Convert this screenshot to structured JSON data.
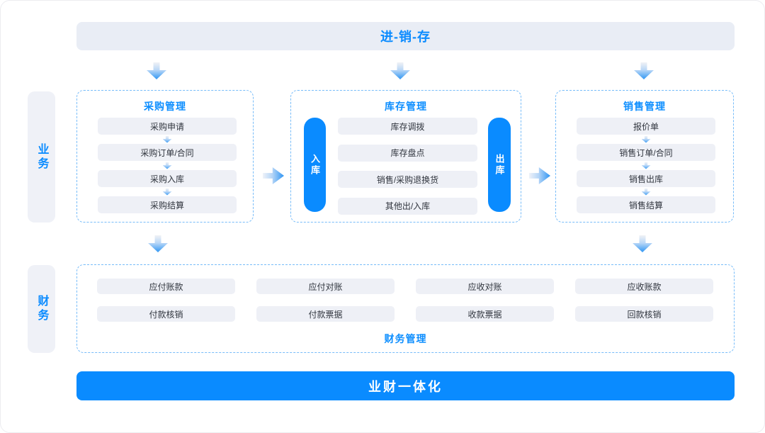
{
  "banners": {
    "top": "进-销-存",
    "bottom": "业财一体化"
  },
  "side_labels": {
    "business": "业务",
    "finance": "财务"
  },
  "purchase": {
    "title": "采购管理",
    "items": [
      "采购申请",
      "采购订单/合同",
      "采购入库",
      "采购结算"
    ]
  },
  "inventory": {
    "title": "库存管理",
    "inbound_label": "入库",
    "outbound_label": "出库",
    "items": [
      "库存调拨",
      "库存盘点",
      "销售/采购退换货",
      "其他出/入库"
    ]
  },
  "sales": {
    "title": "销售管理",
    "items": [
      "报价单",
      "销售订单/合同",
      "销售出库",
      "销售结算"
    ]
  },
  "finance": {
    "title": "财务管理",
    "row1": [
      "应付账款",
      "应付对账",
      "应收对账",
      "应收账款"
    ],
    "row2": [
      "付款核销",
      "付款票据",
      "收款票据",
      "回款核销"
    ]
  },
  "colors": {
    "accent_blue": "#0a8bff",
    "pill_background": "#eef0f6",
    "banner_background": "#e9edf5",
    "dashed_border": "#77bcf9"
  }
}
